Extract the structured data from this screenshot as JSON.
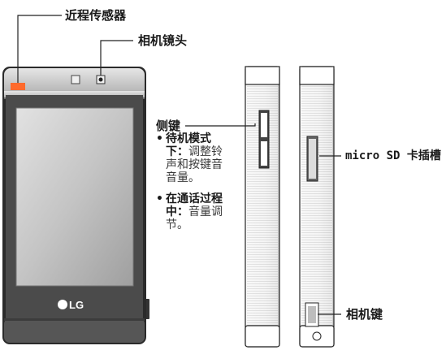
{
  "labels": {
    "proximity_sensor": "近程传感器",
    "camera_lens": "相机镜头",
    "side_key": "侧键",
    "microsd_slot": "micro SD 卡插槽",
    "camera_key": "相机键"
  },
  "side_key_notes": [
    {
      "bullet": "•",
      "bold_1": "待机模式",
      "bold_2": "下：",
      "normal_1": "调整铃",
      "normal_2": "声和按键音",
      "normal_3": "音量。"
    },
    {
      "bullet": "•",
      "bold_1": "在通话过程",
      "bold_2": "中：",
      "normal_1": "音量调",
      "normal_2": "节。"
    }
  ],
  "phone": {
    "brand": "LG"
  }
}
